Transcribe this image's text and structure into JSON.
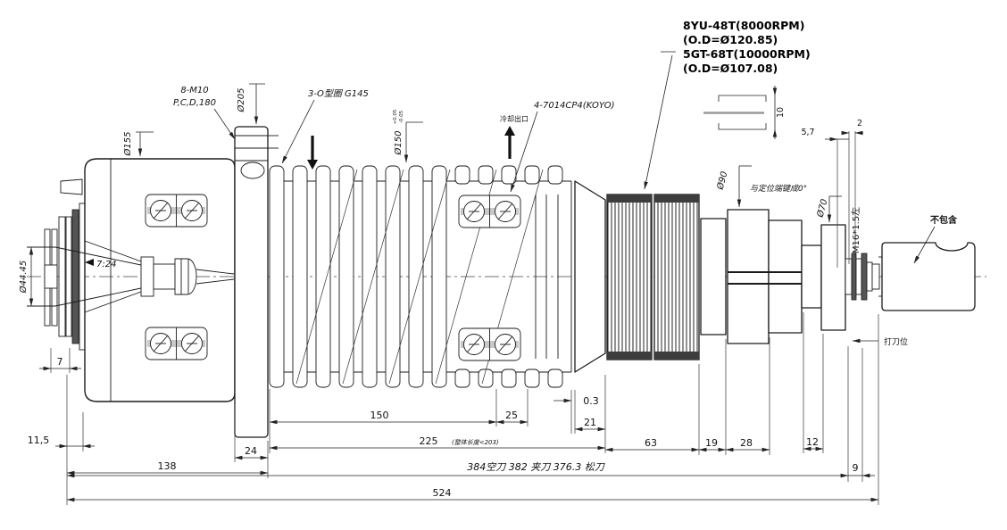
{
  "drawing_labels": {
    "bolt_pattern_1": "8-M10",
    "bolt_pattern_2": "P,C,D,180",
    "flange_od": "Ø205",
    "oring": "3-O型圈 G145",
    "body_od": "Ø150",
    "body_od_tol_up": "+0.05",
    "body_od_tol_low": "-0.05",
    "coolant_outlet": "冷却出口",
    "bearing": "4-7014CP4(KOYO)",
    "pulley_1": "8YU-48T(8000RPM)",
    "pulley_1_od": "(O.D=Ø120.85)",
    "pulley_2": "5GT-68T(10000RPM)",
    "pulley_2_od": "(O.D=Ø107.08)",
    "shaft_dia": "Ø90",
    "key_note": "与定位端键成0°",
    "rear_dia": "Ø70",
    "thread": "M16*1.5左",
    "excluded": "不包含",
    "knockout": "打刀位",
    "taper": "7:24",
    "gauge_dia": "Ø44.45",
    "front_od": "Ø155"
  },
  "dims": {
    "key_width": "10",
    "d5_7": "5,7",
    "d2": "2",
    "d7": "7",
    "d11_5": "11,5",
    "d24": "24",
    "d138": "138",
    "d150": "150",
    "d25": "25",
    "d0_3": "0.3",
    "d21": "21",
    "d225": "225",
    "d225_note": "(整体长度<203)",
    "d63": "63",
    "d19": "19",
    "d28": "28",
    "d12": "12",
    "tool_positions": "384空刀  382 夹刀  376.3 松刀",
    "d9": "9",
    "d524": "524"
  }
}
